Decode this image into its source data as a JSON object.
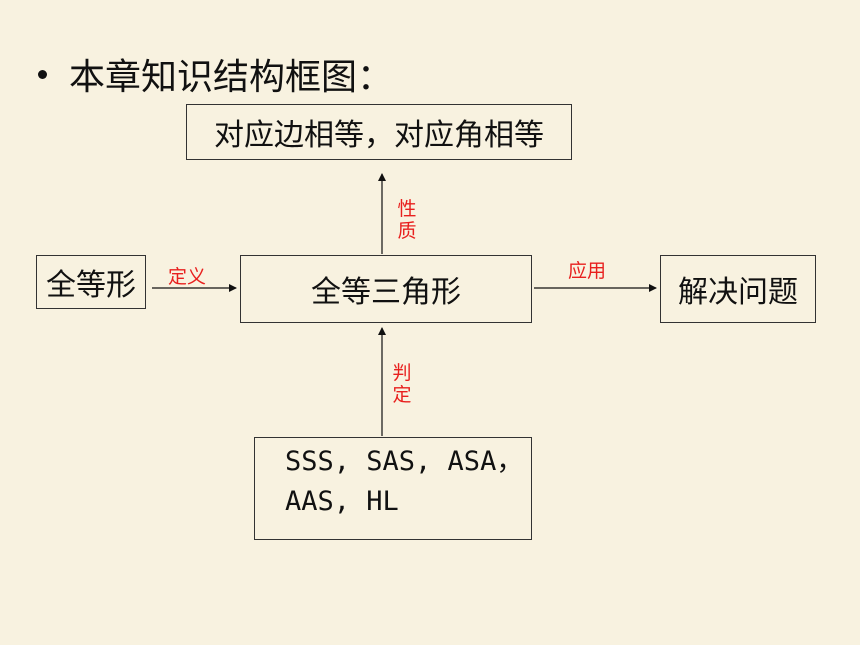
{
  "title": "本章知识结构框图：",
  "nodes": {
    "property": "对应边相等，对应角相等",
    "congruent_shape": "全等形",
    "congruent_triangle": "全等三角形",
    "solve": "解决问题",
    "criteria_line1": "SSS, SAS, ASA，",
    "criteria_line2": "AAS, HL"
  },
  "edge_labels": {
    "definition": "定义",
    "application": "应用",
    "property": "性质",
    "judgment": "判定"
  }
}
